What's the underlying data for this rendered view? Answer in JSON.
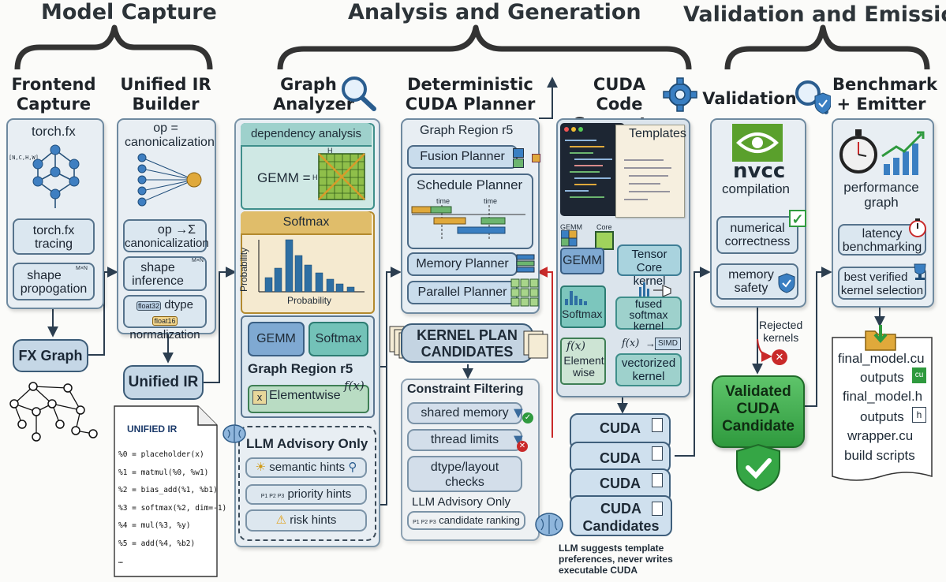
{
  "sections": {
    "model_capture": "Model Capture",
    "analysis_generation": "Analysis and Generation",
    "validation_emission": "Validation and Emission"
  },
  "col1": {
    "title_line1": "Frontend",
    "title_line2": "Capture",
    "torchfx": "torch.fx",
    "shape_tag": "[N,C,H,W]",
    "tracing_line1": "torch.fx",
    "tracing_line2": "tracing",
    "shape_line1": "shape",
    "shape_line2": "propogation",
    "mxn": "M×N",
    "fx_graph": "FX Graph"
  },
  "col2": {
    "title_line1": "Unified IR",
    "title_line2": "Builder",
    "op_line1": "op =",
    "op_line2": "canonicalization",
    "op2_line1": "op →Σ",
    "op2_line2": "canonicalization",
    "shape_line1": "shape",
    "shape_line2": "inference",
    "dtype_a": "float32",
    "dtype_b": "float16",
    "dtype_mid": "dtype",
    "dtype_line2": "normalization",
    "unified_ir": "Unified IR",
    "mxn": "M×N"
  },
  "ir_doc": {
    "title": "UNIFIED IR",
    "lines": [
      "%0 = placeholder(x)",
      "%1 = matmul(%0, %w1)",
      "%2 = bias_add(%1, %b1)",
      "%3 = softmax(%2, dim=-1)",
      "%4 = mul(%3, %y)",
      "%5 = add(%4, %b2)",
      "…"
    ]
  },
  "col3": {
    "title_line1": "Graph",
    "title_line2": "Analyzer",
    "dependency": "dependency analysis",
    "gemm_eq": "GEMM =",
    "h_top": "H",
    "h_side": "H",
    "softmax": "Softmax",
    "prob_y": "Probability",
    "prob_x": "Probability",
    "gemm": "GEMM",
    "softmax2": "Softmax",
    "region": "Graph Region r5",
    "elementwise": "Elementwise",
    "fx": "f(x)",
    "x_icon": "x",
    "llm": "LLM Advisory Only",
    "semantic": "semantic hints",
    "priority": "priority hints",
    "risk": "risk hints",
    "p_labels": "P1 P2 P3"
  },
  "col4": {
    "title_line1": "Deterministic",
    "title_line2": "CUDA Planner",
    "region": "Graph Region r5",
    "fusion": "Fusion Planner",
    "schedule": "Schedule Planner",
    "time1": "time",
    "time2": "time",
    "memory": "Memory Planner",
    "parallel": "Parallel Planner",
    "kpc_line1": "KERNEL PLAN",
    "kpc_line2": "CANDIDATES",
    "constraint": "Constraint Filtering",
    "shared": "shared memory",
    "thread": "thread limits",
    "dtype_line1": "dtype/layout",
    "dtype_line2": "checks",
    "llm": "LLM Advisory Only",
    "ranking": "candidate ranking",
    "note_line1": "LLM suggests template",
    "note_line2": "preferences, never writes",
    "note_line3": "executable CUDA"
  },
  "col5": {
    "title_line1": "CUDA Code",
    "title_line2": "Generator",
    "templates": "Templates",
    "gemm": "GEMM",
    "core": "Core",
    "tensor_line1": "Tensor Core",
    "tensor_line2": "kernel",
    "softmax": "Softmax",
    "fused_line1": "fused",
    "fused_line2": "softmax",
    "fused_line3": "kernel",
    "fx": "f(x)",
    "fx2": "f(x)",
    "elem_line1": "Element",
    "elem_line2": "wise",
    "simd": "SIMD",
    "vec_line1": "vectorized",
    "vec_line2": "kernel",
    "cand_line1": "CUDA",
    "cand_line2": "Candidates",
    "cand_short": "CUDA"
  },
  "col6": {
    "title": "Validation",
    "nvcc": "nvcc",
    "compilation": "compilation",
    "num_line1": "numerical",
    "num_line2": "correctness",
    "mem_line1": "memory",
    "mem_line2": "safety",
    "rej_line1": "Rejected",
    "rej_line2": "kernels",
    "val_line1": "Validated",
    "val_line2": "CUDA",
    "val_line3": "Candidate"
  },
  "col7": {
    "title_line1": "Benchmark",
    "title_line2": "+ Emitter",
    "perf_line1": "performance",
    "perf_line2": "graph",
    "lat_line1": "latency",
    "lat_line2": "benchmarking",
    "best_line1": "best verified",
    "best_line2": "kernel selection",
    "outputs": [
      "final_model.cu",
      "outputs",
      "final_model.h",
      "outputs",
      "wrapper.cu",
      "build scripts"
    ],
    "cu_icon": "cu",
    "h_icon": "h"
  },
  "colors": {
    "panel_border": "#6f8aa0",
    "teal": "#3f8f8b",
    "gold": "#d8b25a",
    "green": "#2f9a3e",
    "red": "#c92a2a",
    "nvidia": "#5aa02c"
  }
}
